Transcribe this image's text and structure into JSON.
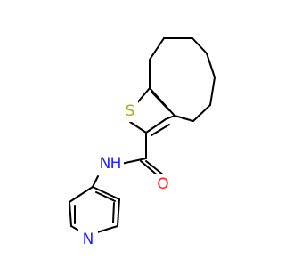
{
  "molecule": {
    "atoms": [
      {
        "id": "S1",
        "symbol": "S",
        "color": "#b8a600"
      },
      {
        "id": "N1",
        "symbol": "N",
        "color": "#1f1fff"
      },
      {
        "id": "O1",
        "symbol": "O",
        "color": "#ff1f1f"
      },
      {
        "id": "N2",
        "symbol": "N",
        "color": "#1f1fff"
      }
    ],
    "label_suffixes": {
      "N1": "H"
    },
    "bond_color": "#000000"
  }
}
